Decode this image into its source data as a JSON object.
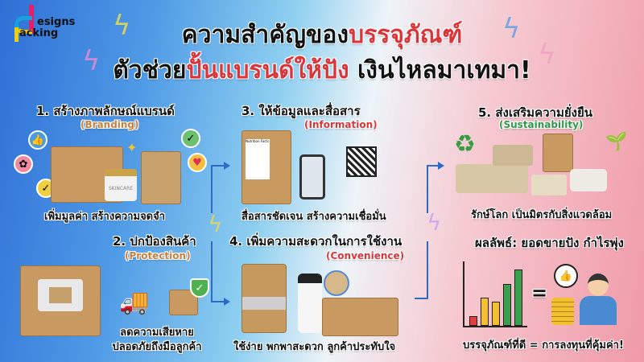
{
  "logo": {
    "line1": "esigns",
    "line2": "acking"
  },
  "title": {
    "line1_a": "ความสำคัญของ",
    "line1_b": "บรรจุภัณฑ์",
    "line2_a": "ตัวช่วย",
    "line2_b": "ปั้นแบรนด์ให้ปัง",
    "line2_c": " เงินไหลมาเทมา!"
  },
  "sections": [
    {
      "title": "1. สร้างภาพลักษณ์แบรนด์",
      "subtitle": "(Branding)",
      "caption": "เพิ่มมูลค่า สร้างความจดจำ",
      "product_label": "SKINCARE"
    },
    {
      "title": "2. ปกป้องสินค้า",
      "subtitle": "(Protection)",
      "caption_line1": "ลดความเสียหาย",
      "caption_line2": "ปลอดภัยถึงมือลูกค้า"
    },
    {
      "title": "3. ให้ข้อมูลและสื่อสาร",
      "subtitle": "(Information)",
      "caption": "สื่อสารชัดเจน สร้างความเชื่อมั่น",
      "label": "Nutrition Facts"
    },
    {
      "title": "4. เพิ่มความสะดวกในการใช้งาน",
      "subtitle": "(Convenience)",
      "caption": "ใช้ง่าย พกพาสะดวก ลูกค้าประทับใจ"
    },
    {
      "title": "5. ส่งเสริมความยั่งยืน",
      "subtitle": "(Sustainability)",
      "caption": "รักษ์โลก เป็นมิตรกับสิ่งแวดล้อม"
    }
  ],
  "result": {
    "title": "ผลลัพธ์: ยอดขายปัง กำไรพุ่ง",
    "equals": "=",
    "caption": "บรรจุภัณฑ์ที่ดี = การลงทุนที่คุ้มค่า!",
    "chart_bars": [
      1,
      3,
      2.6,
      4.5,
      6
    ]
  },
  "colors": {
    "red": "#d8363a",
    "orange": "#c8803a",
    "green": "#2e9a48",
    "arrow": "#2d6bc9"
  }
}
